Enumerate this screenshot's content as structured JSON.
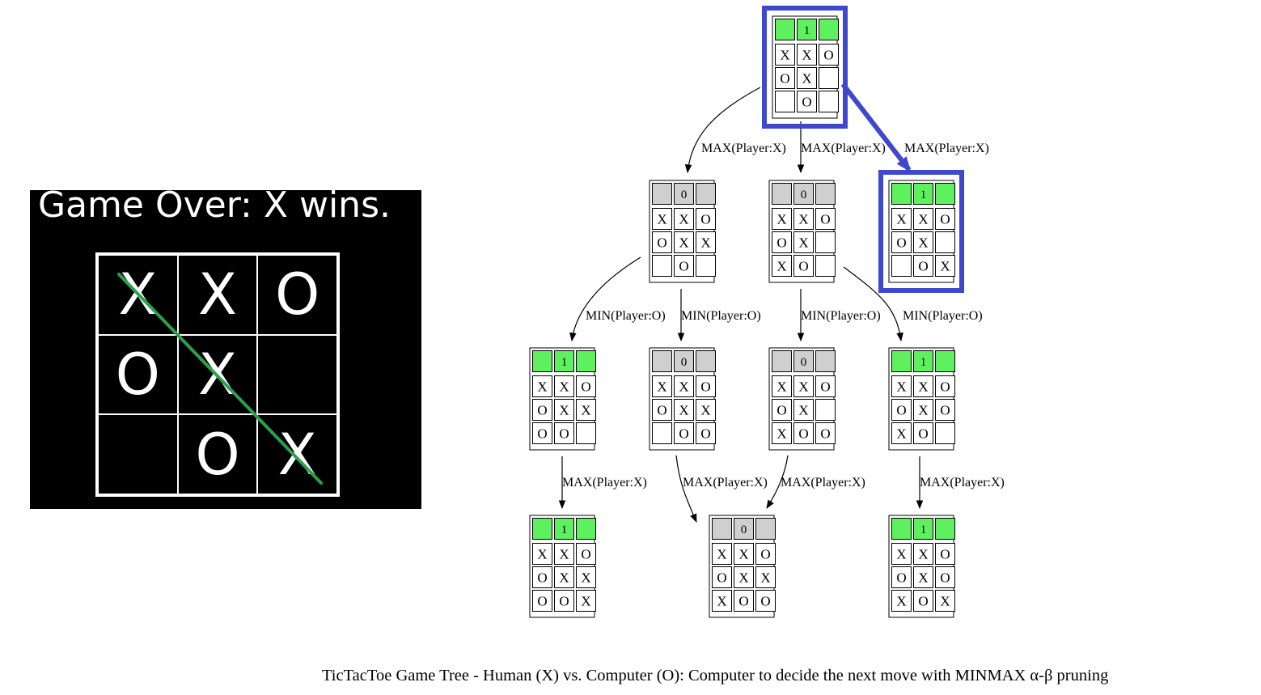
{
  "game": {
    "title": "Game Over: X wins.",
    "board": [
      "X",
      "X",
      "O",
      "O",
      "X",
      "",
      "",
      "O",
      "X"
    ],
    "win_line_color": "#2aa14f"
  },
  "colors": {
    "winning_score": "#5ef05e",
    "losing_score": "#cfcfcf",
    "highlight": "#3f48cc"
  },
  "tree": {
    "nodes": [
      {
        "id": "root",
        "score": "1",
        "board": [
          "X",
          "X",
          "O",
          "O",
          "X",
          "",
          "",
          "O",
          ""
        ],
        "highlight": true
      },
      {
        "id": "l1a",
        "score": "0",
        "board": [
          "X",
          "X",
          "O",
          "O",
          "X",
          "X",
          "",
          "O",
          ""
        ],
        "highlight": false
      },
      {
        "id": "l1b",
        "score": "0",
        "board": [
          "X",
          "X",
          "O",
          "O",
          "X",
          "",
          "X",
          "O",
          ""
        ],
        "highlight": false
      },
      {
        "id": "l1c",
        "score": "1",
        "board": [
          "X",
          "X",
          "O",
          "O",
          "X",
          "",
          "",
          "O",
          "X"
        ],
        "highlight": true
      },
      {
        "id": "l2a",
        "score": "1",
        "board": [
          "X",
          "X",
          "O",
          "O",
          "X",
          "X",
          "O",
          "O",
          ""
        ],
        "highlight": false
      },
      {
        "id": "l2b",
        "score": "0",
        "board": [
          "X",
          "X",
          "O",
          "O",
          "X",
          "X",
          "",
          "O",
          "O"
        ],
        "highlight": false
      },
      {
        "id": "l2c",
        "score": "0",
        "board": [
          "X",
          "X",
          "O",
          "O",
          "X",
          "",
          "X",
          "O",
          "O"
        ],
        "highlight": false
      },
      {
        "id": "l2d",
        "score": "1",
        "board": [
          "X",
          "X",
          "O",
          "O",
          "X",
          "O",
          "X",
          "O",
          ""
        ],
        "highlight": false
      },
      {
        "id": "l3a",
        "score": "1",
        "board": [
          "X",
          "X",
          "O",
          "O",
          "X",
          "X",
          "O",
          "O",
          "X"
        ],
        "highlight": false
      },
      {
        "id": "l3b",
        "score": "0",
        "board": [
          "X",
          "X",
          "O",
          "O",
          "X",
          "X",
          "X",
          "O",
          "O"
        ],
        "highlight": false
      },
      {
        "id": "l3c",
        "score": "1",
        "board": [
          "X",
          "X",
          "O",
          "O",
          "X",
          "O",
          "X",
          "O",
          "X"
        ],
        "highlight": false
      }
    ],
    "edges": [
      {
        "from": "root",
        "to": "l1a",
        "label": "MAX(Player:X)",
        "highlight": false
      },
      {
        "from": "root",
        "to": "l1b",
        "label": "MAX(Player:X)",
        "highlight": false
      },
      {
        "from": "root",
        "to": "l1c",
        "label": "MAX(Player:X)",
        "highlight": true
      },
      {
        "from": "l1a",
        "to": "l2a",
        "label": "MIN(Player:O)",
        "highlight": false
      },
      {
        "from": "l1a",
        "to": "l2b",
        "label": "MIN(Player:O)",
        "highlight": false
      },
      {
        "from": "l1b",
        "to": "l2c",
        "label": "MIN(Player:O)",
        "highlight": false
      },
      {
        "from": "l1b",
        "to": "l2d",
        "label": "MIN(Player:O)",
        "highlight": false
      },
      {
        "from": "l2a",
        "to": "l3a",
        "label": "MAX(Player:X)",
        "highlight": false
      },
      {
        "from": "l2b",
        "to": "l3b",
        "label": "MAX(Player:X)",
        "highlight": false
      },
      {
        "from": "l2c",
        "to": "l3b",
        "label": "MAX(Player:X)",
        "highlight": false
      },
      {
        "from": "l2d",
        "to": "l3c",
        "label": "MAX(Player:X)",
        "highlight": false
      }
    ]
  },
  "caption": "TicTacToe Game Tree - Human (X) vs. Computer (O): Computer to decide the next move with MINMAX α-β pruning"
}
